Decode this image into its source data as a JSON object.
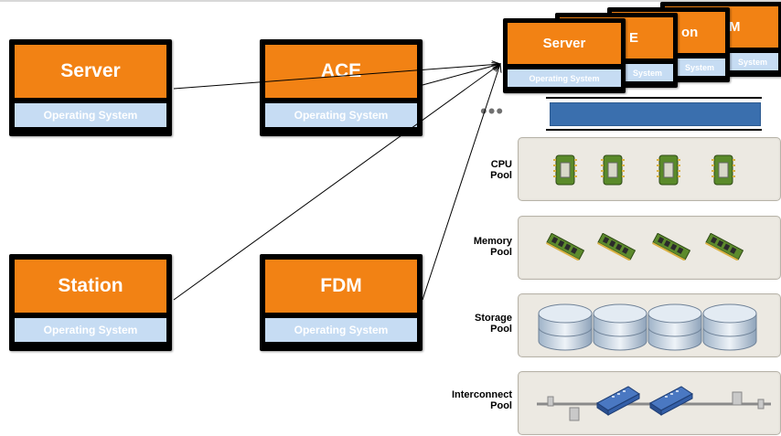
{
  "servers": [
    {
      "id": "server",
      "app": "Server",
      "os": "Operating System"
    },
    {
      "id": "ace",
      "app": "ACE",
      "os": "Operating System"
    },
    {
      "id": "station",
      "app": "Station",
      "os": "Operating System"
    },
    {
      "id": "fdm",
      "app": "FDM",
      "os": "Operating System"
    }
  ],
  "vm_stack": {
    "front": {
      "app": "Server",
      "os": "Operating System"
    },
    "second": {
      "app": "E",
      "os": "System"
    },
    "third": {
      "app": "on",
      "os": "System"
    },
    "back": {
      "app": "M",
      "os": "System"
    }
  },
  "ellipsis": "•••",
  "pools": {
    "cpu": {
      "label_line1": "CPU",
      "label_line2": "Pool"
    },
    "memory": {
      "label_line1": "Memory",
      "label_line2": "Pool"
    },
    "storage": {
      "label_line1": "Storage",
      "label_line2": "Pool"
    },
    "interconnect": {
      "label_line1": "Interconnect",
      "label_line2": "Pool"
    }
  },
  "colors": {
    "app_orange": "#f28214",
    "os_blue": "#c6dcf3",
    "hypervisor_blue": "#3a6fae",
    "pool_panel": "#ece9e2"
  }
}
